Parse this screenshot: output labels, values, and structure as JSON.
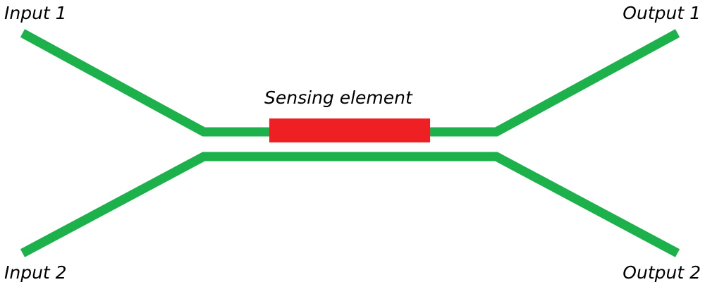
{
  "labels": {
    "input_1": "Input 1",
    "input_2": "Input 2",
    "output_1": "Output 1",
    "output_2": "Output 2",
    "sensing_element": "Sensing element"
  },
  "colors": {
    "waveguide": "#1db14b",
    "sensing_element": "#ee2024",
    "text": "#000000",
    "background": "#ffffff"
  }
}
